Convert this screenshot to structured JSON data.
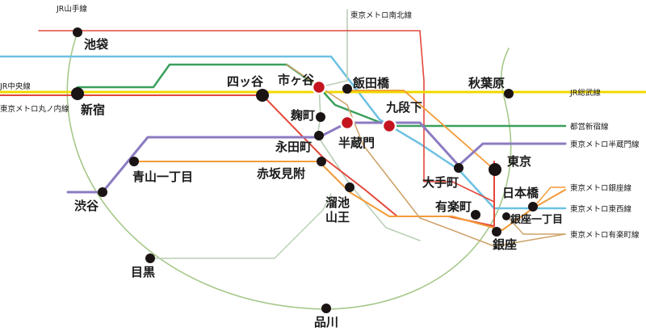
{
  "colors": {
    "yamanote": "#a6c88a",
    "namboku": "#b9cfb6",
    "chuo": "#f0d800",
    "marunouchi": "#e3483b",
    "sobu": "#ecdf47",
    "shinjuku": "#3aa05c",
    "hanzomon": "#8c7bc1",
    "ginza": "#f39a36",
    "tozai": "#6cc1e2",
    "yurakucho": "#cea46b",
    "station": "#1b1414",
    "station_highlight": "#c4141f"
  },
  "line_labels": {
    "yamanote": "JR山手線",
    "namboku": "東京メトロ南北線",
    "chuo": "JR中央線",
    "marunouchi": "東京メトロ丸ノ内線",
    "sobu": "JR総武線",
    "shinjuku": "都営新宿線",
    "hanzomon": "東京メトロ半蔵門線",
    "ginza": "東京メトロ銀座線",
    "tozai": "東京メトロ東西線",
    "yurakucho": "東京メトロ有楽町線"
  },
  "stations": {
    "ikebukuro": "池袋",
    "shinjuku": "新宿",
    "yotsuya": "四ッ谷",
    "ichigaya": "市ヶ谷",
    "iidabashi": "飯田橋",
    "akihabara": "秋葉原",
    "kojimachi": "麹町",
    "kudanshita": "九段下",
    "hanzomon": "半蔵門",
    "nagatacho": "永田町",
    "aoyama": "青山一丁目",
    "akasakamitsuke": "赤坂見附",
    "shibuya": "渋谷",
    "tameike_1": "溜池",
    "tameike_2": "山王",
    "otemachi": "大手町",
    "tokyo": "東京",
    "nihonbashi": "日本橋",
    "yurakucho": "有楽町",
    "ginza_1chome": "銀座一丁目",
    "ginza": "銀座",
    "meguro": "目黒",
    "shinagawa": "品川"
  }
}
